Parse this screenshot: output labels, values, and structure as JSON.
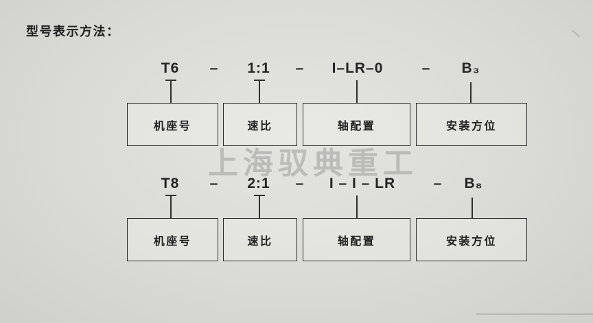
{
  "page": {
    "title": "型号表示方法：",
    "watermark": "上海驭典重工"
  },
  "row1": {
    "code": {
      "frame": "T6",
      "dash1": "–",
      "ratio": "1:1",
      "dash2": "–",
      "shaft": "I–LR–0",
      "dash3": "–",
      "mount": "B₃"
    },
    "boxes": {
      "frame": "机座号",
      "ratio": "速比",
      "shaft": "轴配置",
      "mount": "安装方位"
    }
  },
  "row2": {
    "code": {
      "frame": "T8",
      "dash1": "–",
      "ratio": "2:1",
      "dash2": "–",
      "shaft": "I – I – LR",
      "dash3": "–",
      "mount": "B₈"
    },
    "boxes": {
      "frame": "机座号",
      "ratio": "速比",
      "shaft": "轴配置",
      "mount": "安装方位"
    }
  }
}
